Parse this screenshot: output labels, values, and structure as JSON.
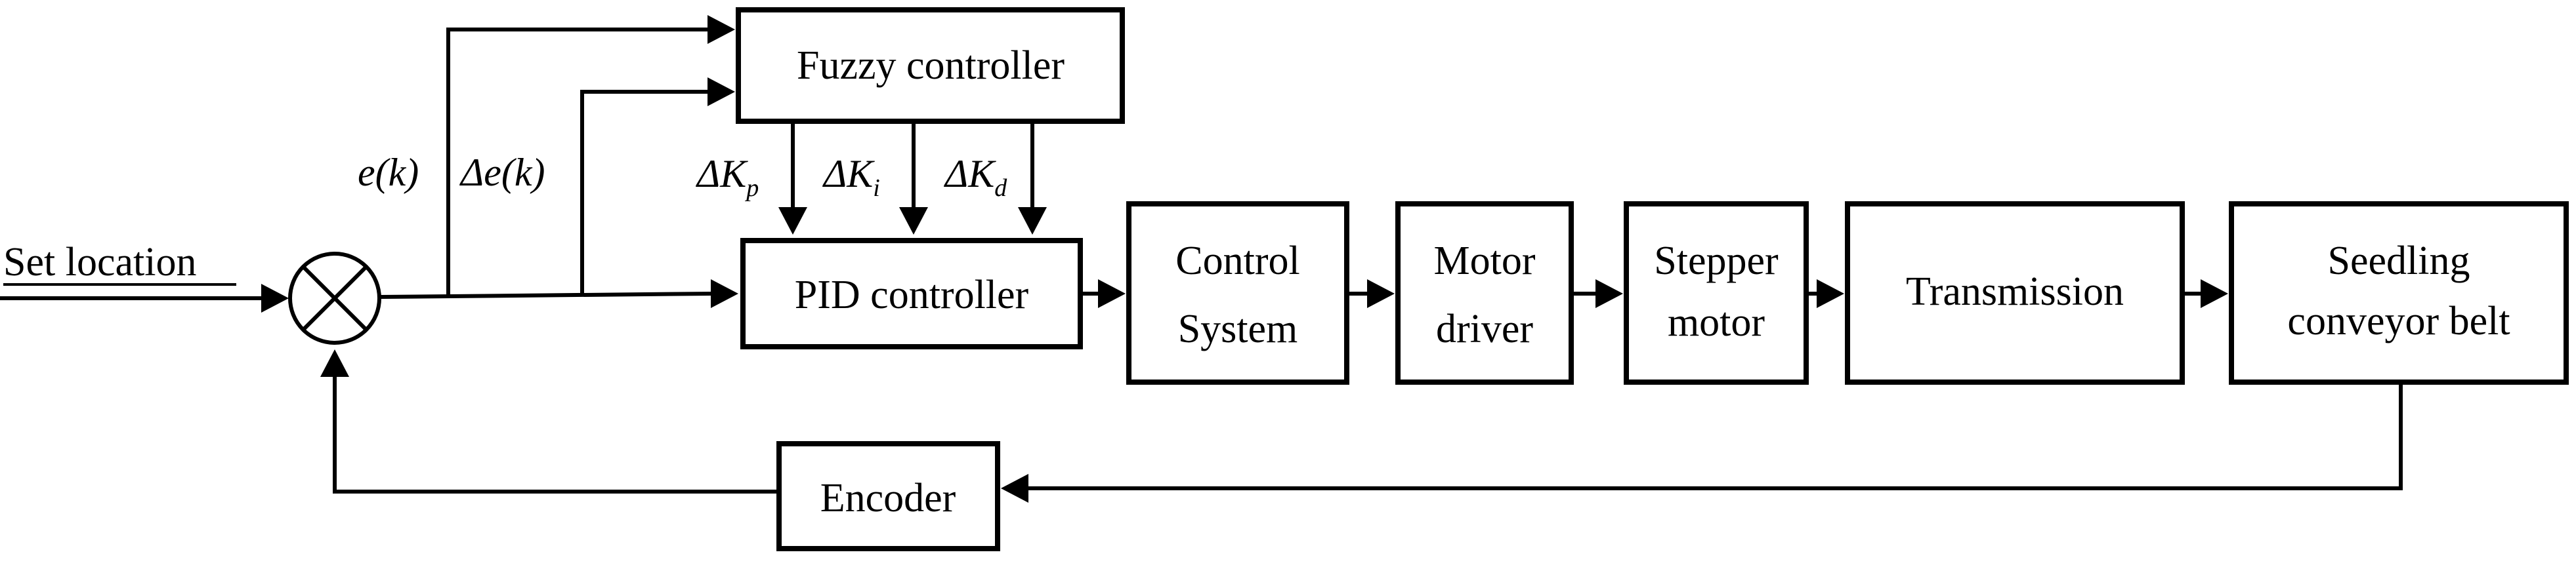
{
  "input": {
    "label": "Set location"
  },
  "signals": {
    "error": "e(k)",
    "error_change": "Δe(k)",
    "kp_prefix": "ΔK",
    "kp_sub": "p",
    "ki_prefix": "ΔK",
    "ki_sub": "i",
    "kd_prefix": "ΔK",
    "kd_sub": "d"
  },
  "blocks": {
    "fuzzy": "Fuzzy controller",
    "pid": "PID controller",
    "control_system": [
      "Control",
      "System"
    ],
    "motor_driver": [
      "Motor",
      "driver"
    ],
    "stepper_motor": [
      "Stepper",
      "motor"
    ],
    "transmission": "Transmission",
    "seedling_belt": [
      "Seedling",
      "conveyor belt"
    ],
    "encoder": "Encoder"
  }
}
